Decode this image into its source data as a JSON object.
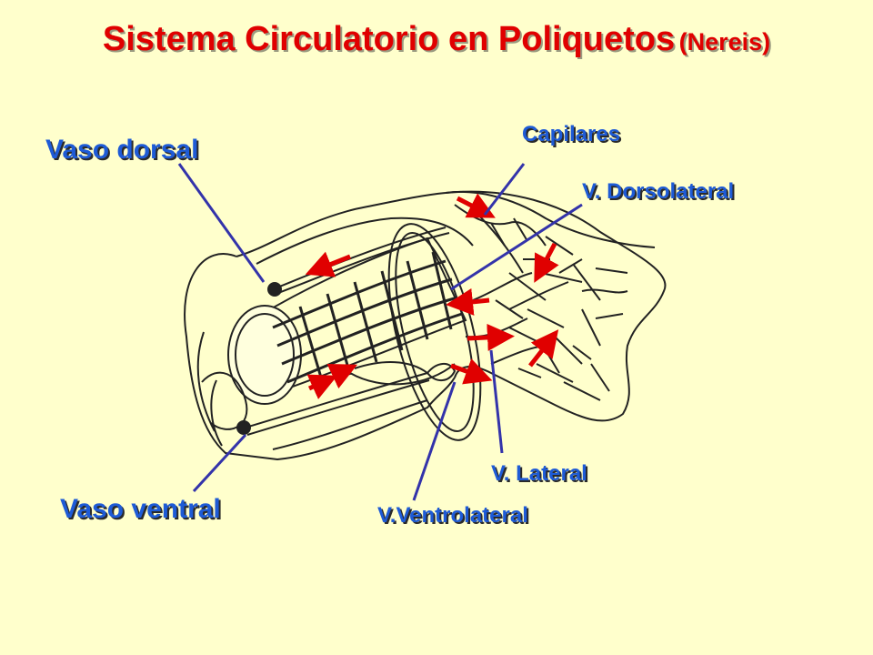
{
  "title": {
    "main": "Sistema Circulatorio en Poliquetos",
    "sub": "(Nereis)"
  },
  "labels": {
    "vaso_dorsal": "Vaso dorsal",
    "vaso_ventral": "Vaso ventral",
    "capilares": "Capilares",
    "v_dorsolateral": "V. Dorsolateral",
    "v_lateral": "V. Lateral",
    "v_ventrolateral": "V.Ventrolateral"
  },
  "colors": {
    "background": "#FFFFCC",
    "title": "#E00000",
    "label": "#1E5BD6",
    "pointer": "#3333AA",
    "flow_arrow": "#E00000",
    "drawing": "#222222"
  }
}
